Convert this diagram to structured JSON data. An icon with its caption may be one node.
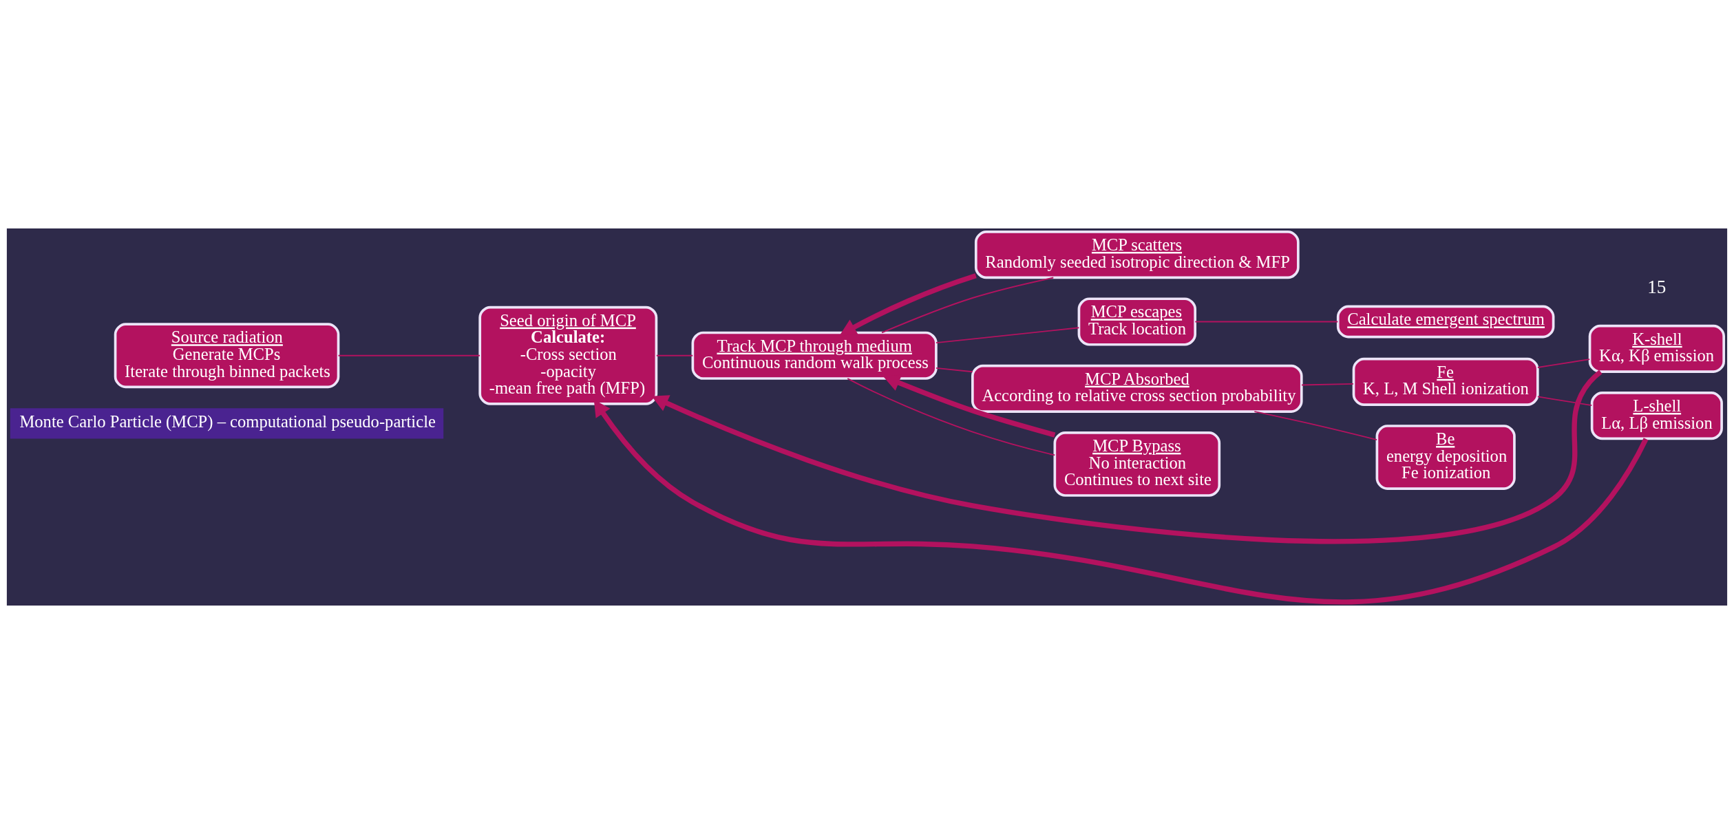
{
  "diagram": {
    "nodes": [
      {
        "text": [
          "Monte Carlo Particle (MCP) – computational pseudo-particle"
        ]
      },
      {
        "text": [
          "Source radiation",
          "Generate MCPs",
          "Iterate through binned packets"
        ]
      },
      {
        "text": [
          "Seed origin of MCP",
          "Calculate:",
          "-Cross section",
          "-opacity",
          "-mean free path (MFP)"
        ]
      },
      {
        "text": [
          "Track MCP through medium",
          "Continuous random walk process"
        ]
      },
      {
        "text": [
          "MCP scatters",
          "Randomly seeded isotropic direction & MFP"
        ]
      },
      {
        "text": [
          "MCP escapes",
          "Track location"
        ]
      },
      {
        "text": [
          "MCP Absorbed",
          "According to relative cross section probability"
        ]
      },
      {
        "text": [
          "MCP Bypass",
          "No interaction",
          "Continues to next site"
        ]
      },
      {
        "text": [
          "Calculate emergent spectrum"
        ]
      },
      {
        "text": [
          "Fe",
          "K, L, M Shell ionization"
        ]
      },
      {
        "text": [
          "Be",
          "energy deposition",
          "Fe ionization"
        ]
      },
      {
        "text": [
          "K-shell",
          "Kα, Kβ emission"
        ]
      },
      {
        "text": [
          "L-shell",
          "Lα, Lβ emission"
        ]
      }
    ],
    "edges": [
      {
        "from": 1,
        "to": 2,
        "arrow": "none"
      },
      {
        "from": 2,
        "to": 3,
        "arrow": "none"
      },
      {
        "from": 3,
        "to": 4,
        "arrow": "none"
      },
      {
        "from": 3,
        "to": 5,
        "arrow": "none"
      },
      {
        "from": 3,
        "to": 6,
        "arrow": "none"
      },
      {
        "from": 3,
        "to": 7,
        "arrow": "none"
      },
      {
        "from": 4,
        "to": 3,
        "arrow": "to",
        "style": "thick"
      },
      {
        "from": 7,
        "to": 3,
        "arrow": "to",
        "style": "thick"
      },
      {
        "from": 5,
        "to": 8,
        "arrow": "none"
      },
      {
        "from": 6,
        "to": 9,
        "arrow": "none"
      },
      {
        "from": 6,
        "to": 10,
        "arrow": "none"
      },
      {
        "from": 9,
        "to": 11,
        "arrow": "none"
      },
      {
        "from": 9,
        "to": 12,
        "arrow": "none"
      },
      {
        "from": 11,
        "to": 2,
        "arrow": "to",
        "style": "thick"
      },
      {
        "from": 12,
        "to": 2,
        "arrow": "to",
        "style": "thick"
      }
    ],
    "labels": [
      "15"
    ]
  }
}
